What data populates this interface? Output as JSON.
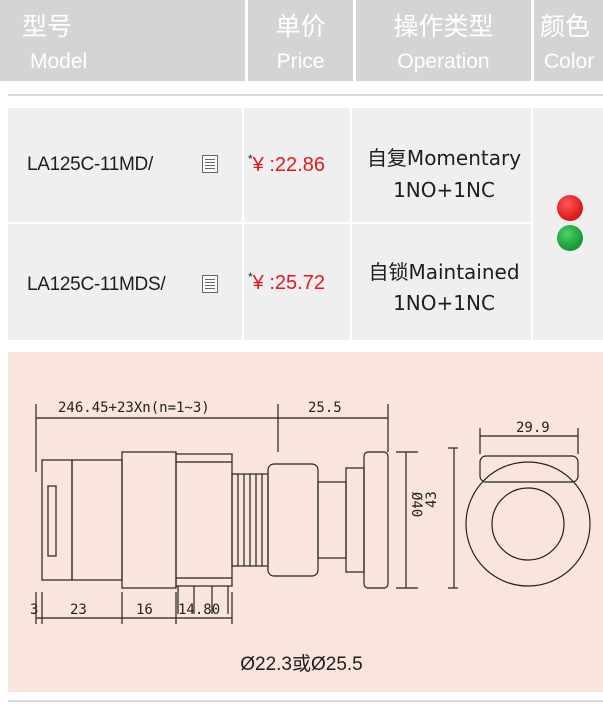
{
  "header": {
    "model_zh": "型号",
    "model_en": "Model",
    "price_zh": "单价",
    "price_en": "Price",
    "operation_zh": "操作类型",
    "operation_en": "Operation",
    "color_zh": "颜色",
    "color_en": "Color"
  },
  "rows": [
    {
      "model": "LA125C-11MD/",
      "price": "¥ :22.86",
      "op_line1": "自复Momentary",
      "op_line2": "1NO+1NC"
    },
    {
      "model": "LA125C-11MDS/",
      "price": "¥ :25.72",
      "op_line1": "自锁Maintained",
      "op_line2": "1NO+1NC"
    }
  ],
  "price_mark": "*",
  "colors": {
    "red": "#e01e1e",
    "green": "#1aa03a",
    "header_bg": "#d4d4d4",
    "price_text": "#e1191e"
  },
  "drawing": {
    "dim_length": "246.45+23Xn(n=1~3)",
    "dim_head": "25.5",
    "dim_width": "29.9",
    "dim_diameter": "Ø40",
    "dim_height": "43",
    "dim_3": "3",
    "dim_23": "23",
    "dim_16": "16",
    "dim_14_80": "14.80",
    "caption": "Ø22.3或Ø25.5"
  }
}
